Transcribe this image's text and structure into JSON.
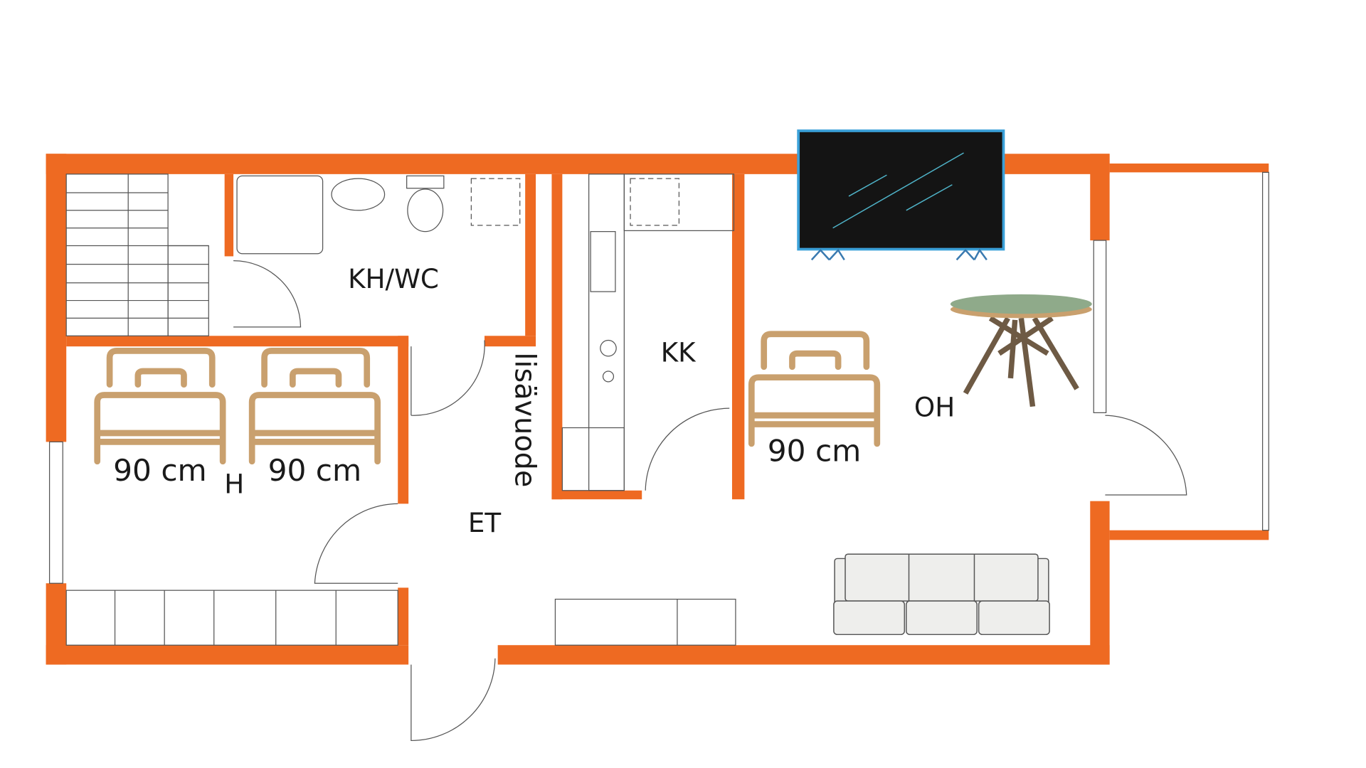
{
  "rooms": {
    "bathroom": "KH/WC",
    "kitchen": "KK",
    "living_room": "OH",
    "hallway": "ET",
    "bedroom": "H"
  },
  "extra_bed_label": "lisävuode",
  "beds": [
    {
      "room": "bedroom",
      "width_label": "90 cm"
    },
    {
      "room": "bedroom",
      "width_label": "90 cm"
    },
    {
      "room": "living_room",
      "width_label": "90 cm"
    }
  ],
  "colors": {
    "walls": "#EE6A22",
    "beds": "#C9A06E",
    "tv": "#141414",
    "table_top": "#8FAA8A",
    "table_legs": "#6E5A44",
    "sofa": "#EEEEEC"
  }
}
